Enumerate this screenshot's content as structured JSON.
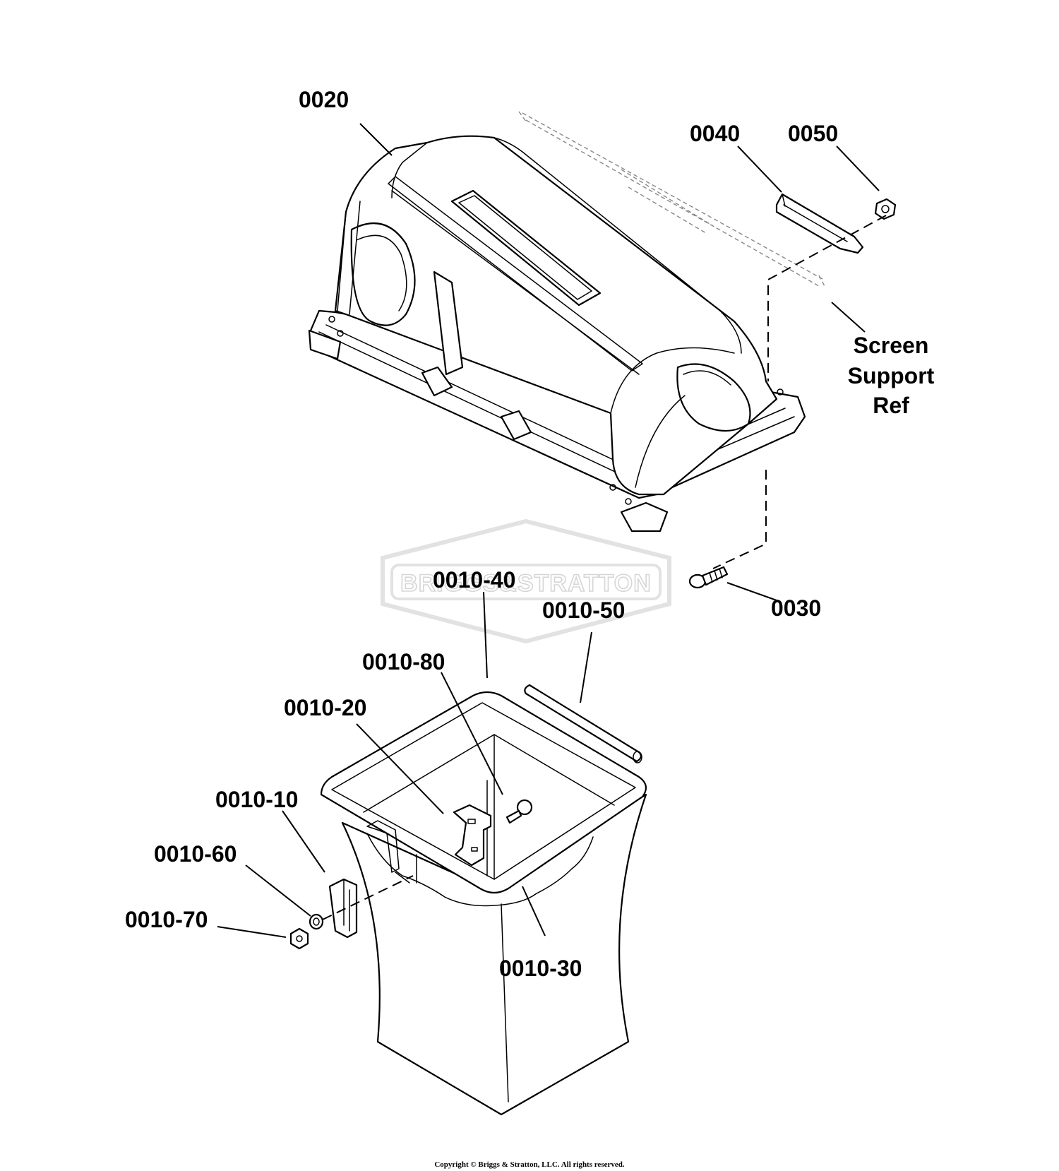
{
  "watermark": {
    "text": "BRIGGS&STRATTON"
  },
  "callouts": {
    "c0020": "0020",
    "c0040": "0040",
    "c0050": "0050",
    "screen_support_line1": "Screen",
    "screen_support_line2": "Support",
    "screen_support_line3": "Ref",
    "c0030": "0030",
    "c0010_40": "0010-40",
    "c0010_50": "0010-50",
    "c0010_80": "0010-80",
    "c0010_20": "0010-20",
    "c0010_10": "0010-10",
    "c0010_60": "0010-60",
    "c0010_70": "0010-70",
    "c0010_30": "0010-30"
  },
  "footer": {
    "copyright": "Copyright © Briggs & Stratton, LLC. All rights reserved."
  }
}
